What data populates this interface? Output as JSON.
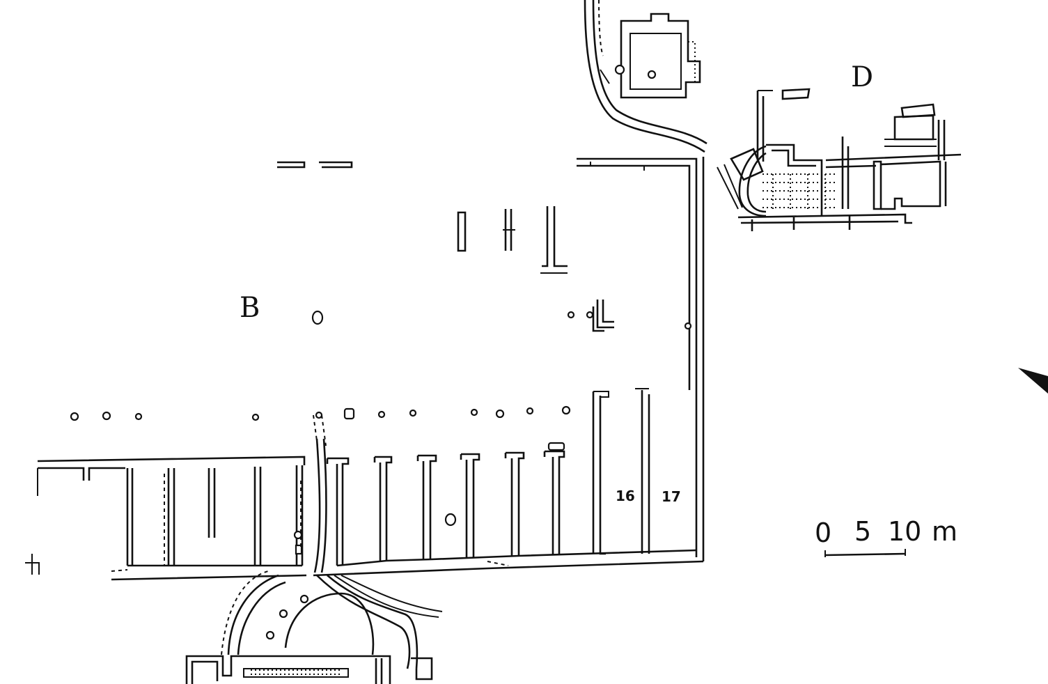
{
  "plan": {
    "area_labels": {
      "b": "B",
      "d": "D"
    },
    "room_numbers": {
      "r16": "16",
      "r17": "17"
    },
    "scale_bar": {
      "ticks": [
        "0",
        "5",
        "10"
      ],
      "unit": "m"
    }
  }
}
